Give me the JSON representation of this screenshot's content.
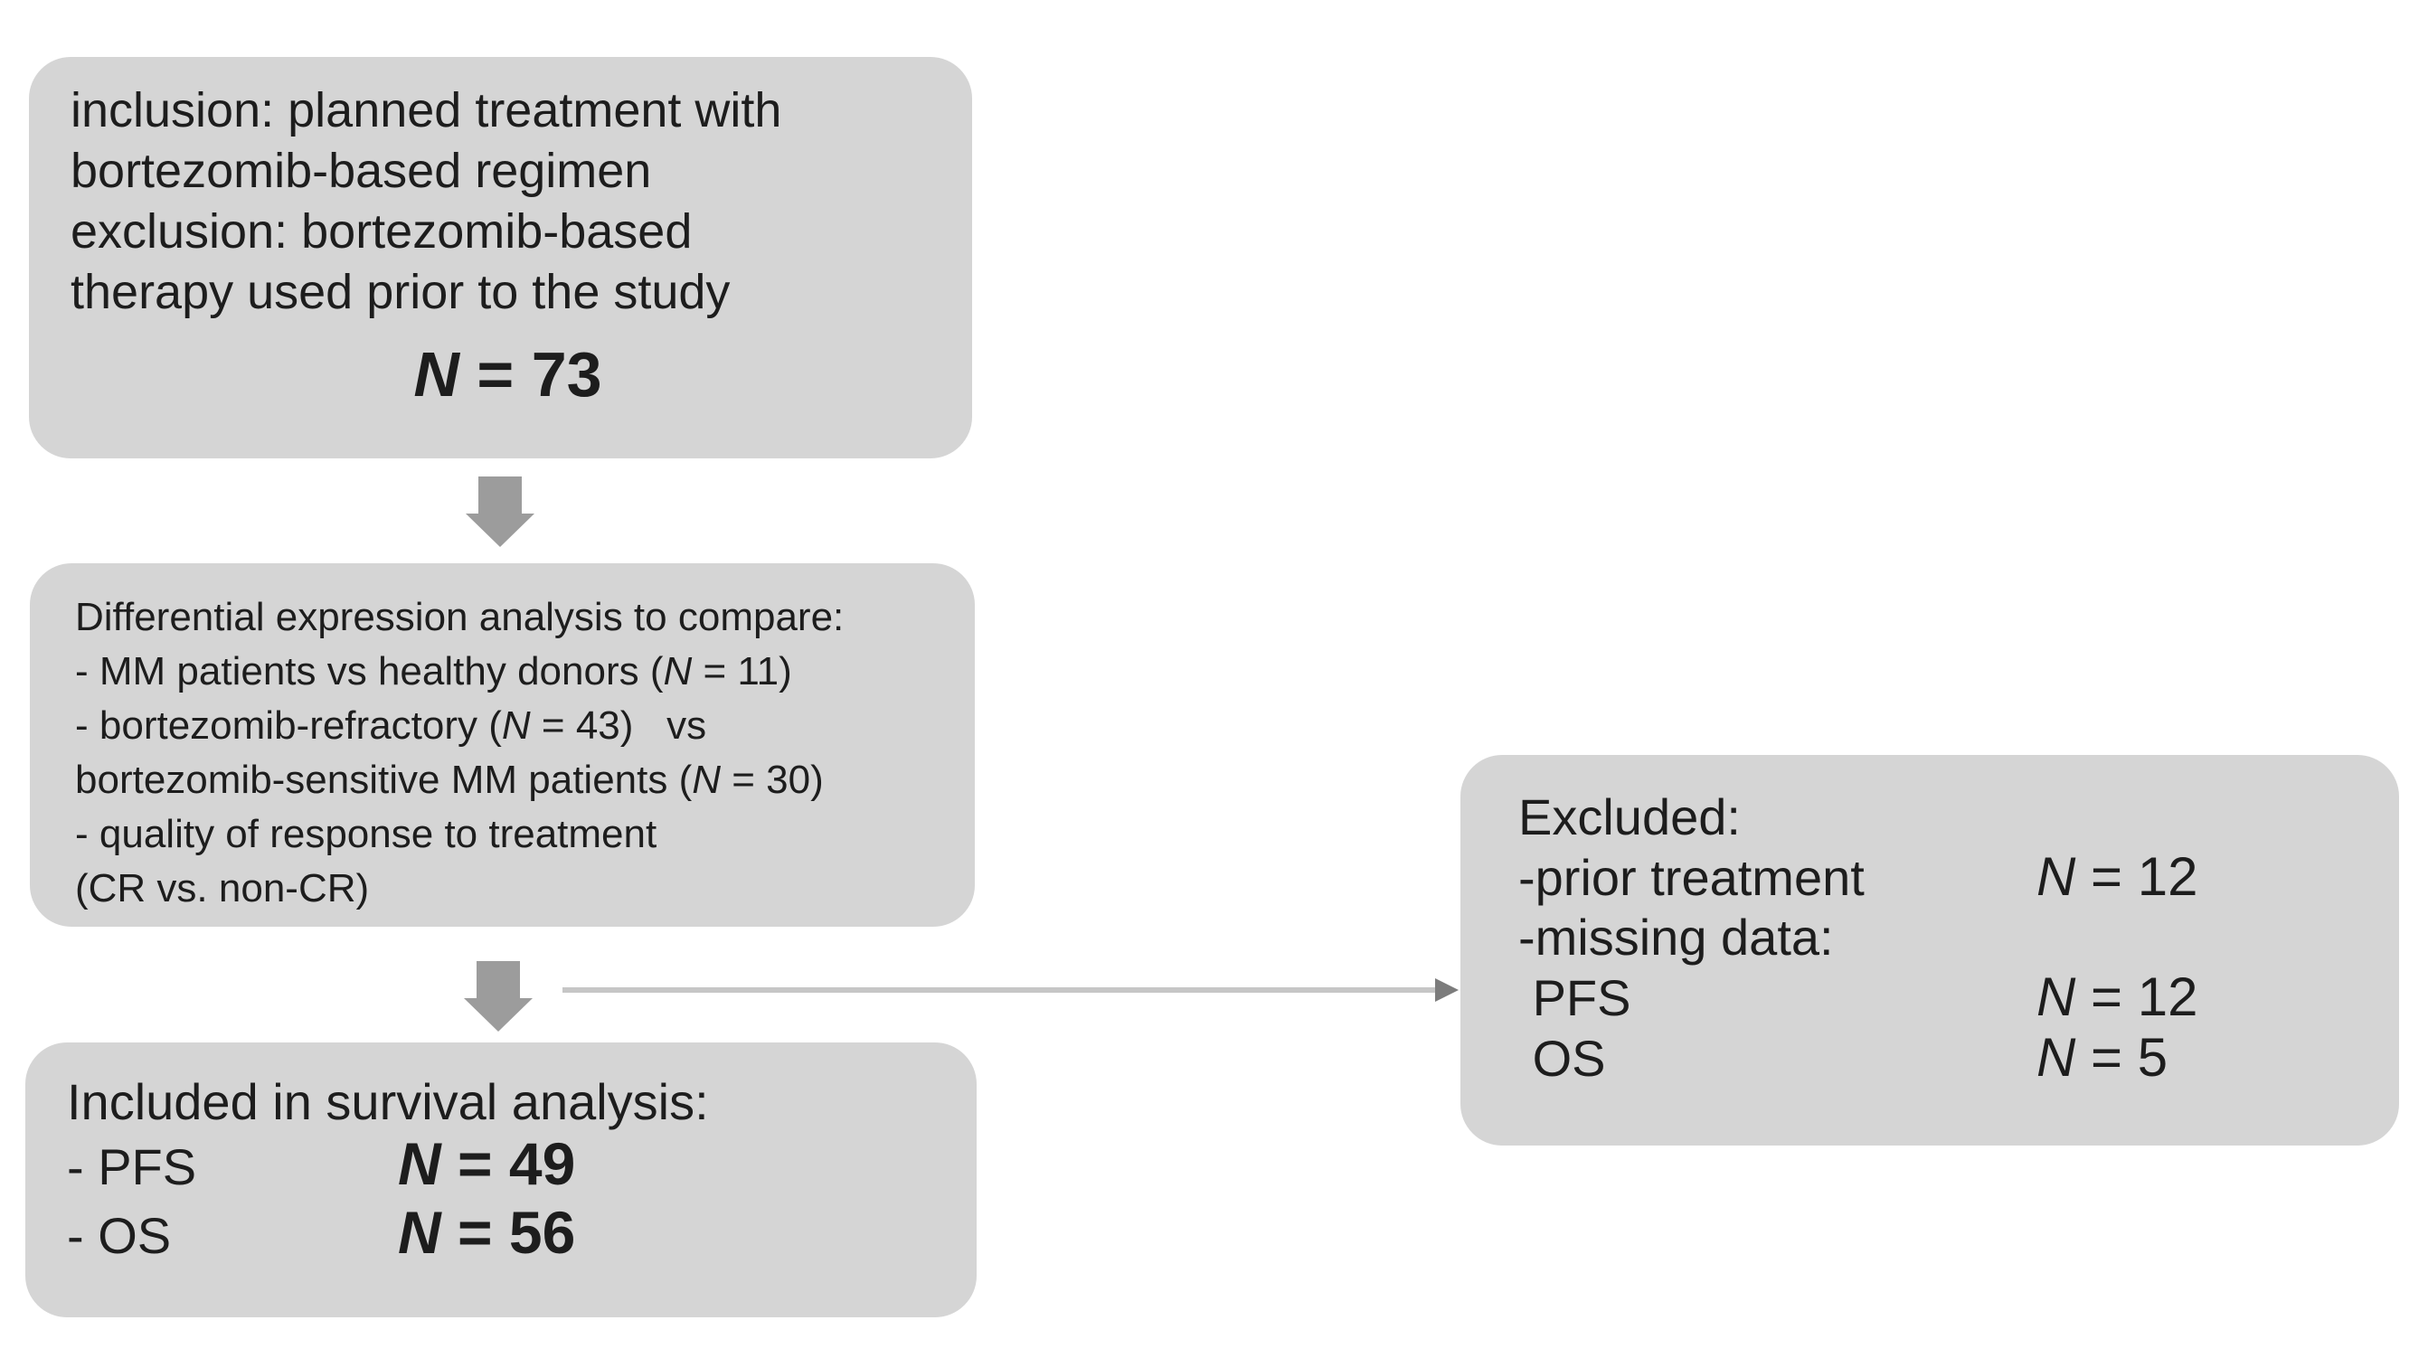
{
  "colors": {
    "bg": "#ffffff",
    "box_fill": "#d5d5d5",
    "text": "#1d1d1d",
    "arrow": "#9c9c9c",
    "thin_line": "#c6c6c6",
    "thin_head": "#7c7c7c"
  },
  "box1": {
    "lines": [
      "inclusion: planned treatment with",
      "bortezomib-based regimen",
      "exclusion: bortezomib-based",
      "therapy used prior to the study"
    ],
    "big": {
      "n": "N",
      "rest": " = 73"
    }
  },
  "box2": {
    "lines": [
      {
        "pre": "Differential expression analysis to compare:",
        "n": "",
        "post": ""
      },
      {
        "pre": "- MM patients vs healthy donors (",
        "n": "N",
        "post": " = 11)"
      },
      {
        "pre": "- bortezomib-refractory (",
        "n": "N",
        "post": " = 43)   vs"
      },
      {
        "pre": "bortezomib-sensitive MM patients (",
        "n": "N",
        "post": " = 30)"
      },
      {
        "pre": "- quality of response to treatment",
        "n": "",
        "post": ""
      },
      {
        "pre": "(CR vs. non-CR)",
        "n": "",
        "post": ""
      }
    ]
  },
  "box3": {
    "title": "Included in survival analysis:",
    "rows": [
      {
        "label": "- PFS",
        "n": "N",
        "value": " = 49"
      },
      {
        "label": "- OS",
        "n": "N",
        "value": " = 56"
      }
    ]
  },
  "excluded_box": {
    "title": "Excluded:",
    "rows": [
      {
        "label": "-prior treatment",
        "n": "N",
        "value": " = 12"
      },
      {
        "label": "-missing data:",
        "n": "",
        "value": ""
      },
      {
        "label": " PFS",
        "n": "N",
        "value": " = 12"
      },
      {
        "label": " OS",
        "n": "N",
        "value": " = 5"
      }
    ]
  }
}
